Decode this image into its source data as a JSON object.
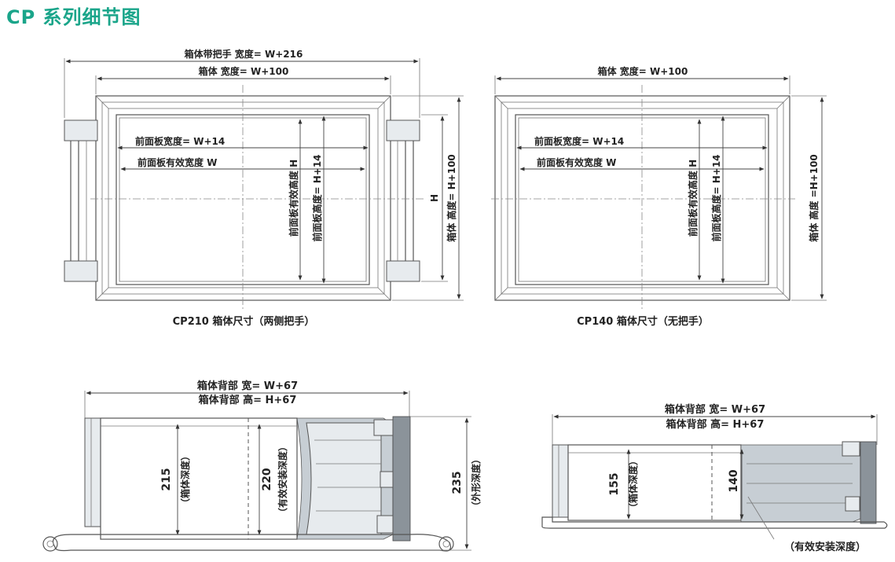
{
  "title": "CP 系列细节图",
  "front_left": {
    "case_with_handle_width": "箱体带把手  宽度= W+216",
    "case_width": "箱体  宽度= W+100",
    "panel_width": "前面板宽度= W+14",
    "panel_effective_width": "前面板有效宽度  W",
    "panel_effective_height": "前面板有效高度  H",
    "panel_height": "前面板高度= H+14",
    "case_height_h": "H",
    "case_height": "箱体  高度= H+100",
    "caption": "CP210 箱体尺寸（两侧把手）"
  },
  "front_right": {
    "case_width": "箱体  宽度= W+100",
    "panel_width": "前面板宽度= W+14",
    "panel_effective_width": "前面板有效宽度  W",
    "panel_effective_height": "前面板有效高度  H",
    "panel_height": "前面板高度= H+14",
    "case_height": "箱体  高度  =H+100",
    "caption": "CP140 箱体尺寸（无把手）"
  },
  "side_left": {
    "back_width": "箱体背部  宽= W+67",
    "back_height": "箱体背部  高= H+67",
    "depth_value": "215",
    "depth_label": "（箱体深度）",
    "install_value": "220",
    "install_label": "（有效安装深度）",
    "outer_value": "235",
    "outer_label": "（外形深度）"
  },
  "side_right": {
    "back_width": "箱体背部  宽= W+67",
    "back_height": "箱体背部  高= H+67",
    "depth_value": "155",
    "depth_label": "（箱体深度）",
    "install_value": "140",
    "install_label": "（有效安装深度）"
  }
}
